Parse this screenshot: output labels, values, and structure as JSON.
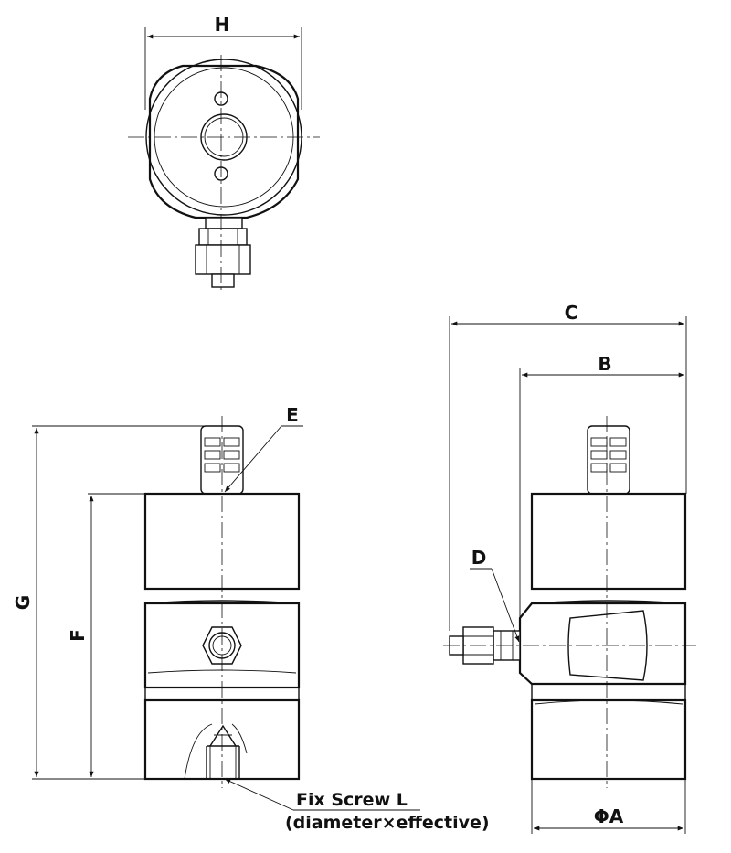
{
  "labels": {
    "H": "H",
    "C": "C",
    "B": "B",
    "E": "E",
    "D": "D",
    "G": "G",
    "F": "F",
    "phiA": "ΦA"
  },
  "note": {
    "line1": "Fix Screw L",
    "line2": "(diameter×effective)"
  }
}
